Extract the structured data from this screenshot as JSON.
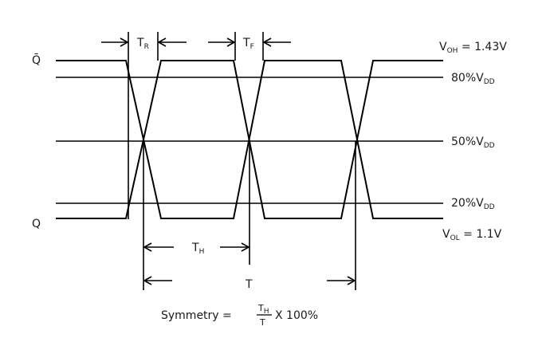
{
  "signals": {
    "q_bar": "Q̄",
    "q": "Q"
  },
  "levels": {
    "voh": {
      "main": "V",
      "sub": "OH",
      "rest": " = 1.43V"
    },
    "p80": {
      "main": "80%V",
      "sub": "DD"
    },
    "p50": {
      "main": "50%V",
      "sub": "DD"
    },
    "p20": {
      "main": "20%V",
      "sub": "DD"
    },
    "vol": {
      "main": "V",
      "sub": "OL",
      "rest": " = 1.1V"
    }
  },
  "timings": {
    "rise": {
      "main": "T",
      "sub": "R"
    },
    "fall": {
      "main": "T",
      "sub": "F"
    },
    "high": {
      "main": "T",
      "sub": "H"
    },
    "period": {
      "main": "T"
    }
  },
  "formula": {
    "label": "Symmetry =",
    "num_main": "T",
    "num_sub": "H",
    "den": "T",
    "suffix": "X 100%"
  }
}
